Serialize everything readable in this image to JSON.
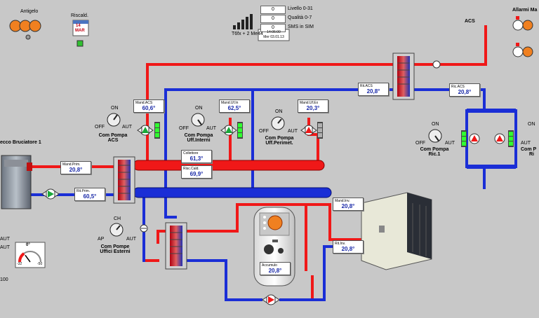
{
  "header": {
    "antigelo": "Antigelo",
    "riscald": "Riscald.",
    "calendar_day": "14",
    "calendar_month": "MAR",
    "allarmi": "Allarmi Ma",
    "acs_label": "ACS"
  },
  "sms": {
    "rows": [
      {
        "value": "0",
        "label": "Livello 0-31"
      },
      {
        "value": "0",
        "label": "Qualità 0-7"
      },
      {
        "value": "0",
        "label": "SMS in SIM"
      }
    ],
    "carrier": "T6fx + 2 Me44",
    "time": "14:06:00",
    "date": "Mer 03.01.13"
  },
  "sensors": {
    "mand_acs": {
      "title": "Mand.ACS",
      "value": "60,6°"
    },
    "mand_uff_in": {
      "title": "Mand.Uf.In",
      "value": "62,5°"
    },
    "mand_uff_ex": {
      "title": "Mand.Uf.Ex",
      "value": "20,3°"
    },
    "rit_acs": {
      "title": "Rit.ACS",
      "value": "20,8°"
    },
    "ric_acs": {
      "title": "Ric.ACS",
      "value": "20,8°"
    },
    "collettore": {
      "title": "Collettore",
      "value": "61,3°"
    },
    "risc_cald": {
      "title": "Risc.Cald.",
      "value": "69,9°"
    },
    "mand_prim": {
      "title": "Mand.Prim.",
      "value": "20,8°"
    },
    "rit_prim": {
      "title": "Rit.Prim.",
      "value": "60,5°"
    },
    "mand_inv": {
      "title": "Mand.Inv.",
      "value": "20,8°"
    },
    "rit_inv": {
      "title": "Rit.Inv.",
      "value": "20,8°"
    },
    "accumulo": {
      "title": "Accumulo",
      "value": "20,8°"
    }
  },
  "pumps": {
    "acs": {
      "line1": "Com Pompa",
      "line2": "ACS"
    },
    "uff_int": {
      "line1": "Com Pompa",
      "line2": "Uff.Interni"
    },
    "uff_per": {
      "line1": "Com Pompa",
      "line2": "Uff.Perimet."
    },
    "ric1": {
      "line1": "Com Pompa",
      "line2": "Ric.1"
    },
    "ric2": {
      "line1": "Com P",
      "line2": "Ri"
    },
    "uff_est": {
      "line1": "Com Pompe",
      "line2": "Uffici Esterni"
    }
  },
  "switch_labels": {
    "on": "ON",
    "off": "OFF",
    "aut": "AUT",
    "ch": "CH",
    "ap": "AP"
  },
  "burner": {
    "label": "ecco Bruciatore 1"
  },
  "gauge": {
    "value": "0°",
    "min": "-32",
    "max": "-50",
    "percent": 0.3
  },
  "left_misc": {
    "aut": "AUT",
    "aut2": "AUT",
    "n100": "100"
  },
  "colors": {
    "hot": "#f01818",
    "cold": "#1a2ed6",
    "pipe_edge": "#9aa9c4",
    "background": "#c8c8c8",
    "sensor_text": "#1a2aa8",
    "pump_green": "#1aa83a"
  }
}
